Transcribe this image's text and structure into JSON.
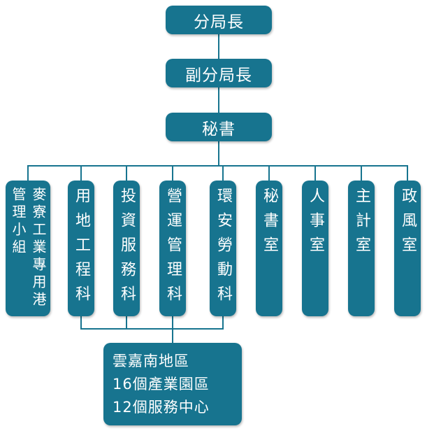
{
  "org_chart": {
    "levels": {
      "director": "分局長",
      "deputy_director": "副分局長",
      "secretary": "秘書"
    },
    "departments": [
      "麥寮工業專用港管理小組",
      "用地工程科",
      "投資服務科",
      "營運管理科",
      "環安勞動科",
      "秘書室",
      "人事室",
      "主計室",
      "政風室"
    ],
    "region_node": {
      "lines": [
        "雲嘉南地區",
        "16個產業園區",
        "12個服務中心"
      ]
    },
    "colors": {
      "node_fill": "#17748f",
      "node_text": "#ffffff",
      "connector": "#17748f"
    }
  }
}
